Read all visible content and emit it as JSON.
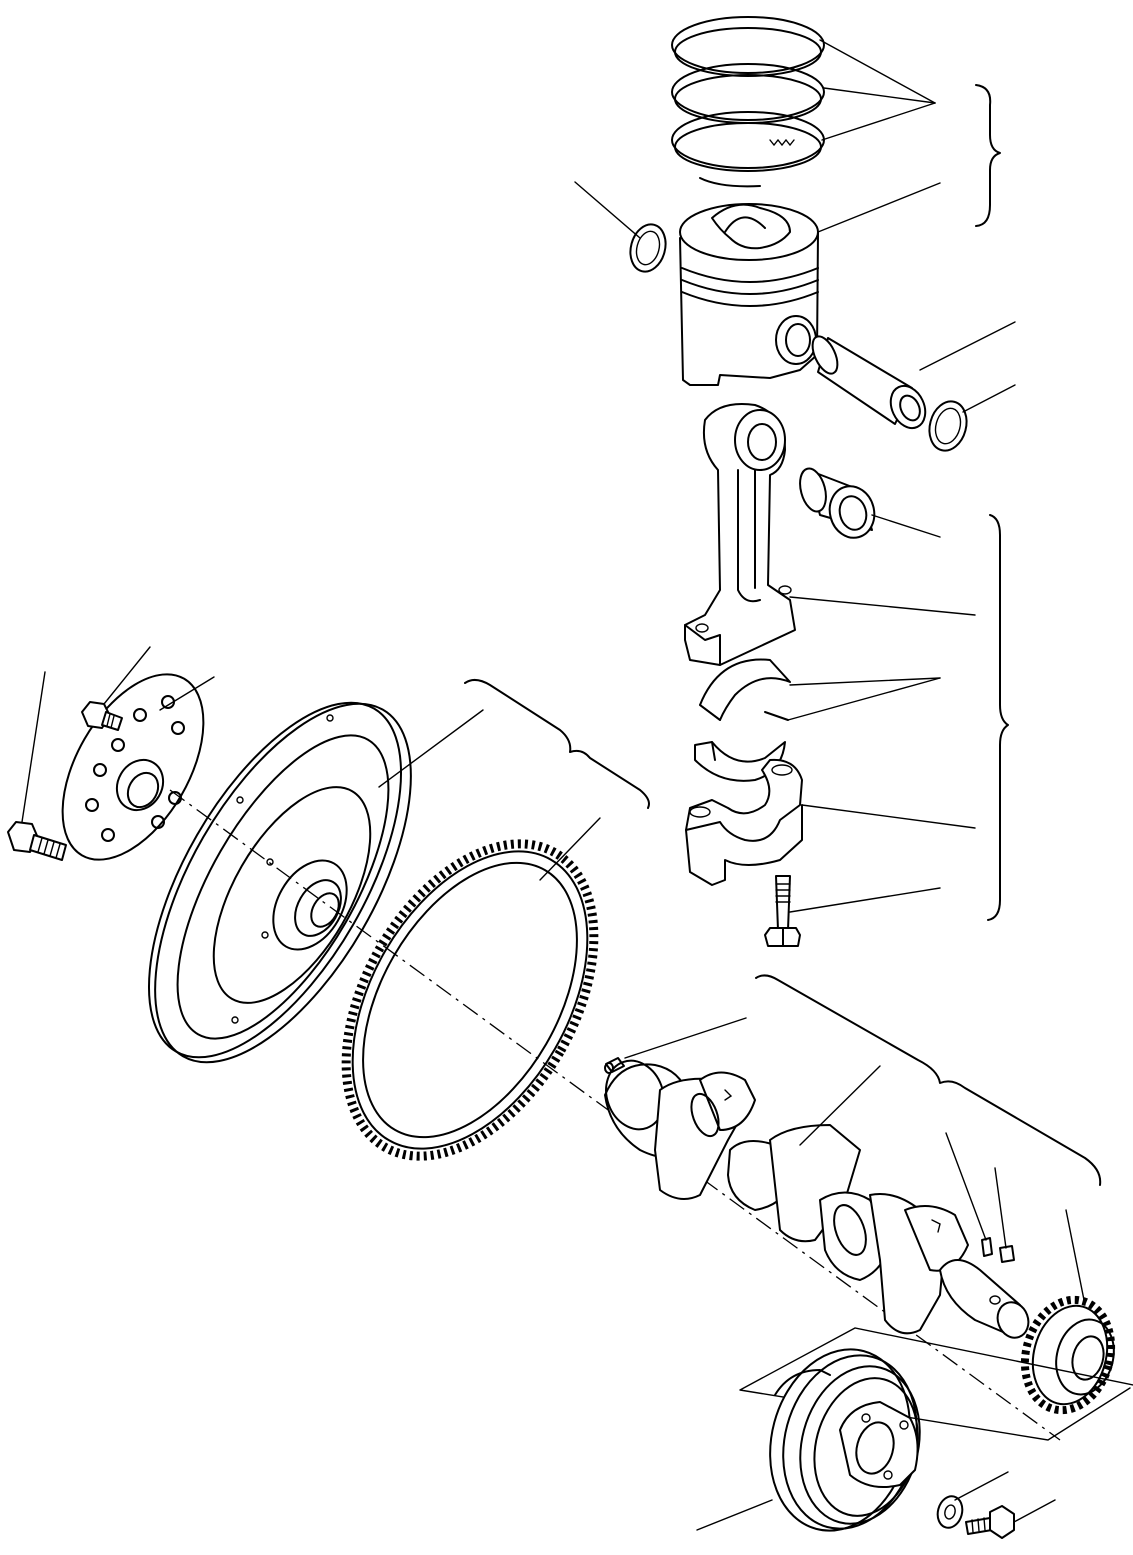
{
  "diagram": {
    "type": "exploded-parts-view",
    "colors": {
      "ink": "#000000",
      "paper": "#ffffff"
    },
    "parts": [
      "piston-ring-set",
      "piston",
      "piston-pin-snap-ring",
      "piston-pin",
      "connecting-rod-bushing",
      "connecting-rod",
      "connecting-rod-bearing",
      "connecting-rod-cap",
      "connecting-rod-bolt",
      "flywheel",
      "ring-gear",
      "flywheel-plate",
      "flywheel-bolt",
      "dowel-pin",
      "crankshaft",
      "woodruff-key",
      "crankshaft-gear",
      "crankshaft-pulley",
      "washer",
      "pulley-bolt"
    ]
  }
}
